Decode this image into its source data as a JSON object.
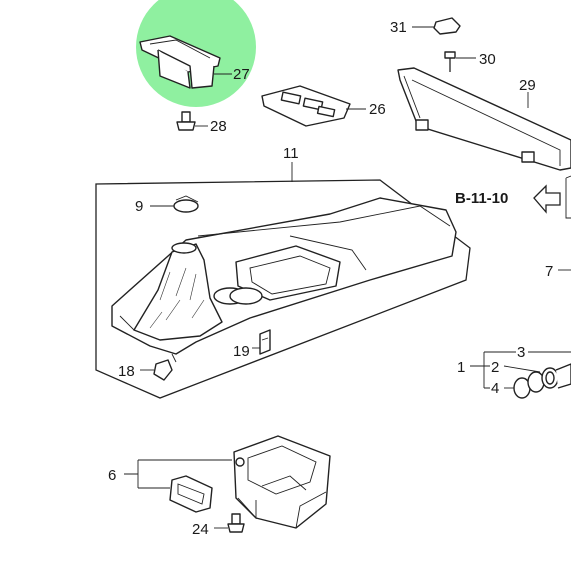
{
  "colors": {
    "highlight": "#8ff0a0",
    "line": "#222222"
  },
  "callouts": {
    "p31": "31",
    "p30": "30",
    "p29": "29",
    "p27": "27",
    "p28": "28",
    "p26": "26",
    "p11": "11",
    "p9": "9",
    "p19": "19",
    "p18": "18",
    "p7": "7",
    "p1": "1",
    "p2": "2",
    "p3": "3",
    "p4": "4",
    "p6": "6",
    "p24": "24"
  },
  "reference": {
    "label": "B-11-10"
  }
}
